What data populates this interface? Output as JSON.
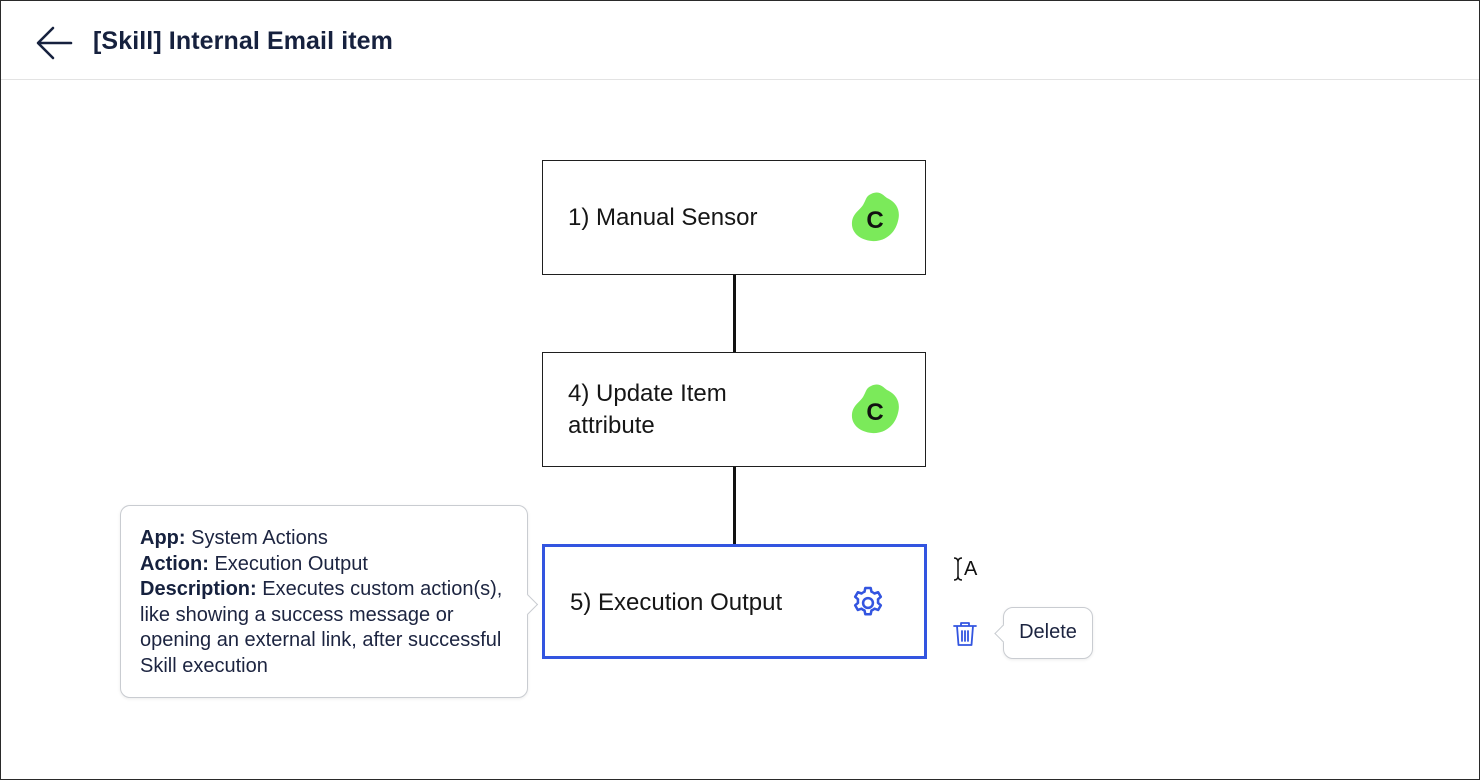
{
  "header": {
    "title": "[Skill] Internal Email item",
    "back_icon": "arrow-left-icon"
  },
  "nodes": [
    {
      "label": "1) Manual Sensor",
      "icon": "app-logo-c-icon",
      "badge_letter": "C",
      "badge_color": "#7bea5a"
    },
    {
      "label_line1": "4) Update Item",
      "label_line2": "attribute",
      "icon": "app-logo-c-icon",
      "badge_letter": "C",
      "badge_color": "#7bea5a"
    },
    {
      "label": "5) Execution Output",
      "icon": "gear-icon",
      "selected": true,
      "accent": "#3355e0"
    }
  ],
  "tooltip": {
    "app_label": "App:",
    "app_value": " System Actions",
    "action_label": "Action:",
    "action_value": " Execution Output",
    "description_label": "Description:",
    "description_value": " Executes custom action(s), like showing a success message or opening an external link, after successful Skill execution"
  },
  "side_actions": {
    "rename_icon": "text-cursor-icon",
    "rename_letter": "A",
    "delete_icon": "trash-icon",
    "delete_tooltip": "Delete"
  }
}
